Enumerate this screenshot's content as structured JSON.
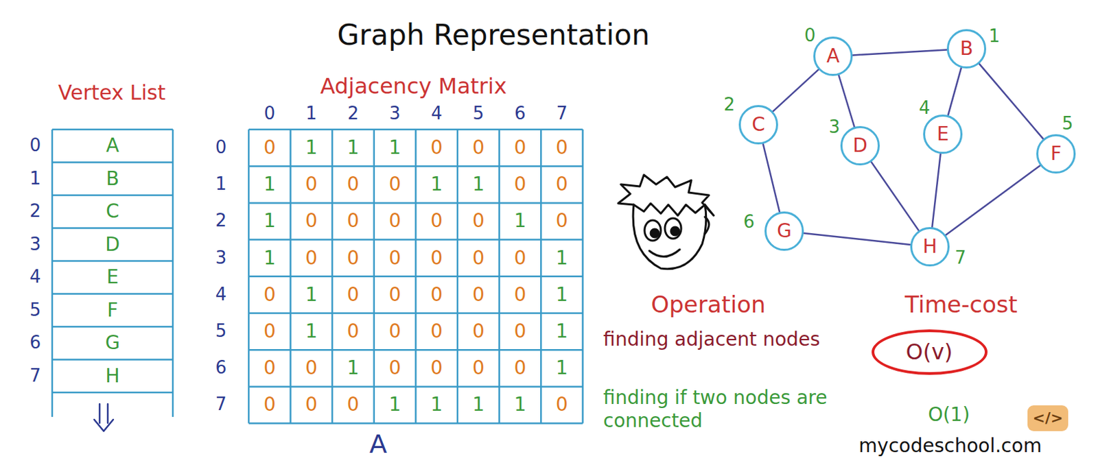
{
  "diagram": {
    "title": "Graph Representation",
    "nodes": [
      {
        "text": [
          "A",
          "0"
        ]
      },
      {
        "text": [
          "B",
          "1"
        ]
      },
      {
        "text": [
          "C",
          "2"
        ]
      },
      {
        "text": [
          "D",
          "3"
        ]
      },
      {
        "text": [
          "E",
          "4"
        ]
      },
      {
        "text": [
          "F",
          "5"
        ]
      },
      {
        "text": [
          "G",
          "6"
        ]
      },
      {
        "text": [
          "H",
          "7"
        ]
      },
      {
        "text": [
          "O(v)"
        ]
      }
    ],
    "edges": [
      {
        "from": 0,
        "to": 1,
        "arrow": "none"
      },
      {
        "from": 0,
        "to": 2,
        "arrow": "none"
      },
      {
        "from": 0,
        "to": 3,
        "arrow": "none"
      },
      {
        "from": 1,
        "to": 4,
        "arrow": "none"
      },
      {
        "from": 1,
        "to": 5,
        "arrow": "none"
      },
      {
        "from": 2,
        "to": 6,
        "arrow": "none"
      },
      {
        "from": 3,
        "to": 7,
        "arrow": "none"
      },
      {
        "from": 4,
        "to": 7,
        "arrow": "none"
      },
      {
        "from": 5,
        "to": 7,
        "arrow": "none"
      },
      {
        "from": 6,
        "to": 7,
        "arrow": "none"
      }
    ],
    "labels": [
      "Vertex List",
      "0",
      "1",
      "2",
      "3",
      "4",
      "5",
      "6",
      "7",
      "A",
      "B",
      "C",
      "D",
      "E",
      "F",
      "G",
      "H",
      "Adjacency Matrix",
      "0",
      "1",
      "2",
      "3",
      "4",
      "5",
      "6",
      "7",
      "0",
      "0",
      "1",
      "1",
      "1",
      "0",
      "0",
      "0",
      "0",
      "1",
      "1",
      "0",
      "0",
      "0",
      "1",
      "1",
      "0",
      "0",
      "2",
      "1",
      "0",
      "0",
      "0",
      "0",
      "0",
      "1",
      "0",
      "3",
      "1",
      "0",
      "0",
      "0",
      "0",
      "0",
      "0",
      "1",
      "4",
      "0",
      "1",
      "0",
      "0",
      "0",
      "0",
      "0",
      "1",
      "5",
      "0",
      "1",
      "0",
      "0",
      "0",
      "0",
      "0",
      "1",
      "6",
      "0",
      "0",
      "1",
      "0",
      "0",
      "0",
      "0",
      "1",
      "7",
      "0",
      "0",
      "0",
      "1",
      "1",
      "1",
      "1",
      "0",
      "A",
      "Operation",
      "Time-cost",
      "finding adjacent nodes",
      "finding if two nodes are connected",
      "O(1)",
      "mycodeschool.com",
      "</>"
    ]
  }
}
